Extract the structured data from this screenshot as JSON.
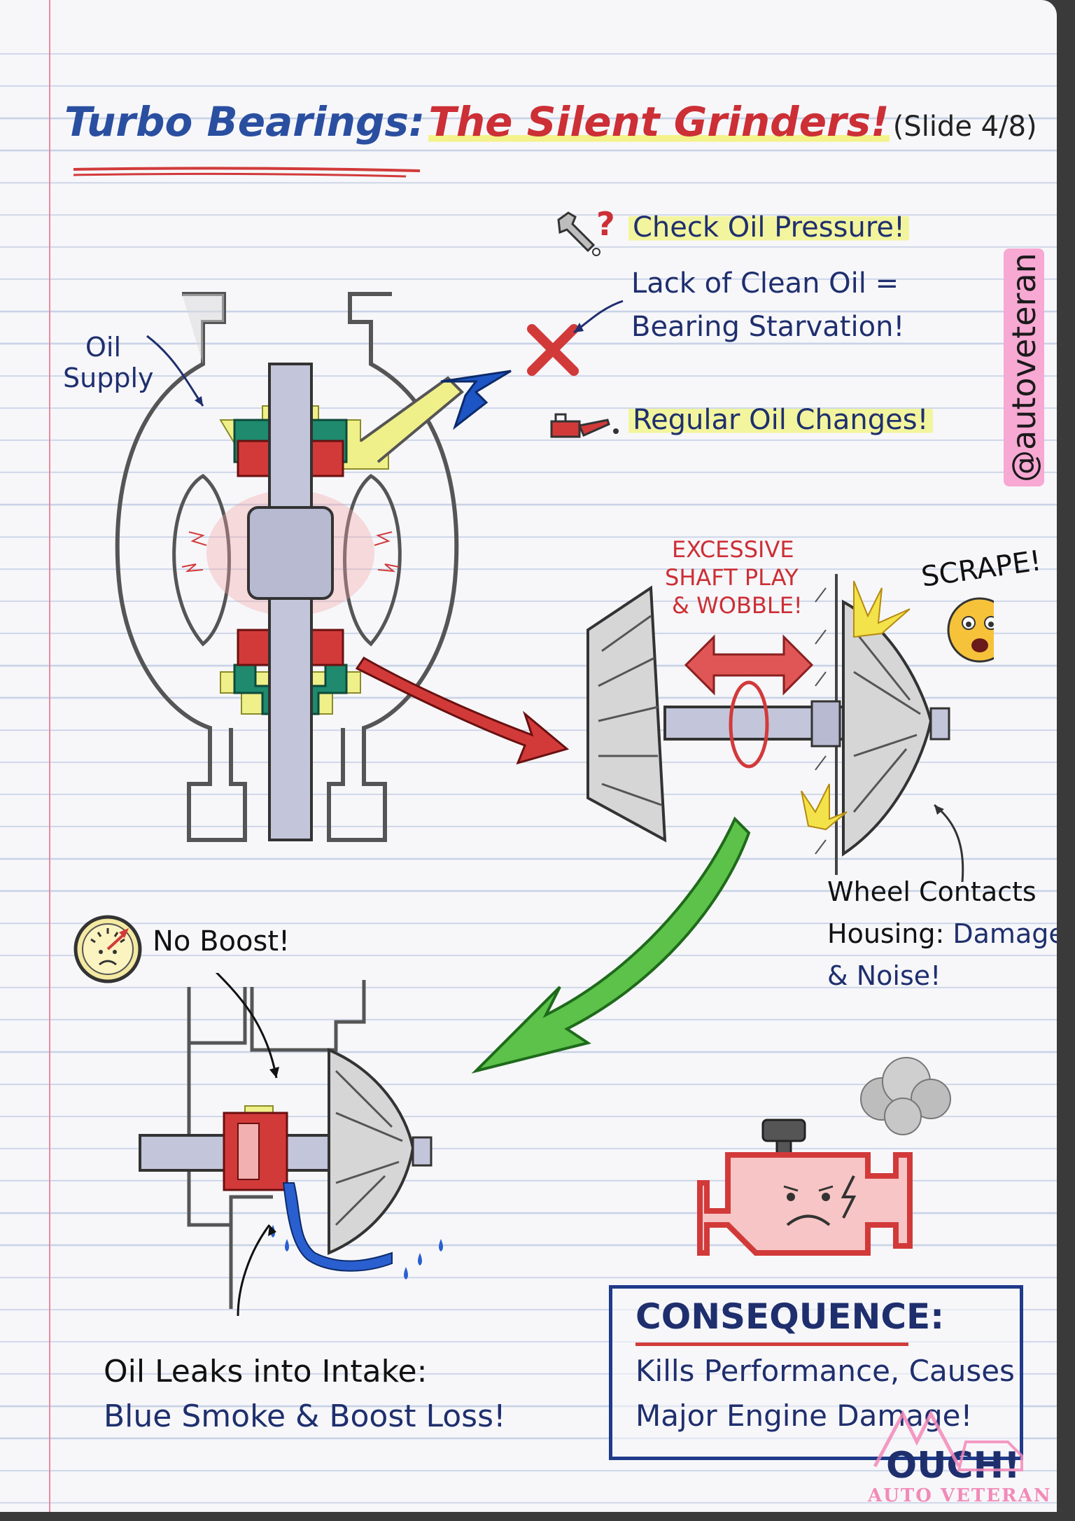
{
  "title": {
    "part1": "Turbo Bearings:",
    "part2": "The Silent Grinders!",
    "slide": "(Slide 4/8)"
  },
  "handle": "@autoveteran",
  "tips": {
    "check_oil": "Check Oil Pressure!",
    "lack_line1": "Lack of Clean Oil =",
    "lack_line2": "Bearing Starvation!",
    "regular_oil": "Regular Oil Changes!"
  },
  "labels": {
    "oil_supply_line1": "Oil",
    "oil_supply_line2": "Supply",
    "shaft_play_line1": "EXCESSIVE",
    "shaft_play_line2": "SHAFT PLAY",
    "shaft_play_line3": "& WOBBLE!",
    "scrape": "SCRAPE!",
    "wheel_line1": "Wheel Contacts",
    "wheel_line2a": "Housing:",
    "wheel_line2b": "Damage",
    "wheel_line3": "& Noise!",
    "no_boost": "No Boost!",
    "leak_line1": "Oil Leaks into Intake:",
    "leak_line2": "Blue Smoke & Boost Loss!"
  },
  "consequence": {
    "heading": "CONSEQUENCE:",
    "line1": "Kills Performance, Causes",
    "line2": "Major Engine Damage!",
    "ouch": "OUCH!"
  },
  "watermark": "AUTO VETERAN",
  "icons": [
    "wrench-question-icon",
    "oil-can-icon",
    "boost-gauge-icon",
    "worried-face-icon",
    "check-engine-icon",
    "smoke-icon"
  ],
  "colors": {
    "ink_blue": "#1f2f6e",
    "title_blue": "#2a4fa0",
    "title_red": "#cc2f35",
    "accent_red": "#d23a3a",
    "bearing_green": "#1f8a6e",
    "oil_yellow": "#f0f08a",
    "arrow_green": "#5cc24a",
    "arrow_blue": "#1d55c4",
    "handle_pink": "#f7a8d3"
  }
}
